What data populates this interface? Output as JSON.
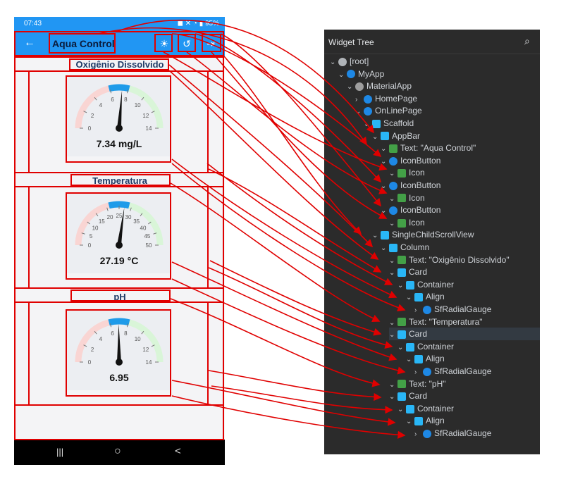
{
  "status": {
    "time": "07:43",
    "battery": "95%"
  },
  "appbar": {
    "title": "Aqua Control",
    "back_glyph": "←",
    "icons": [
      "light-icon",
      "history-icon",
      "logout-icon"
    ]
  },
  "sections": [
    {
      "label": "Oxigênio Dissolvido",
      "ticks": [
        "0",
        "2",
        "4",
        "6",
        "8",
        "10",
        "12",
        "14"
      ],
      "value": 7.34,
      "readout": "7.34 mg/L",
      "min": 0,
      "max": 14
    },
    {
      "label": "Temperatura",
      "ticks": [
        "0",
        "5",
        "10",
        "15",
        "20",
        "25",
        "30",
        "35",
        "40",
        "45",
        "50"
      ],
      "value": 27.19,
      "readout": "27.19 °C",
      "min": 0,
      "max": 50
    },
    {
      "label": "pH",
      "ticks": [
        "0",
        "2",
        "4",
        "6",
        "8",
        "10",
        "12",
        "14"
      ],
      "value": 6.95,
      "readout": "6.95",
      "min": 0,
      "max": 14
    }
  ],
  "navbar": {
    "recent": "|||",
    "home": "○",
    "back": "<"
  },
  "tree": {
    "header": "Widget Tree",
    "rows": [
      {
        "label": "[root]",
        "icon": "folder-icon"
      },
      {
        "label": "MyApp",
        "icon": "myapp-icon"
      },
      {
        "label": "MaterialApp",
        "icon": "materialapp-icon"
      },
      {
        "label": "HomePage",
        "icon": "homepage-icon"
      },
      {
        "label": "OnLinePage",
        "icon": "onlinepage-icon"
      },
      {
        "label": "Scaffold",
        "icon": "scaffold-icon"
      },
      {
        "label": "AppBar",
        "icon": "appbar-icon"
      },
      {
        "label": "Text: \"Aqua Control\"",
        "icon": "text-icon"
      },
      {
        "label": "IconButton",
        "icon": "iconbutton-icon"
      },
      {
        "label": "Icon",
        "icon": "image-icon"
      },
      {
        "label": "IconButton",
        "icon": "iconbutton-icon"
      },
      {
        "label": "Icon",
        "icon": "image-icon"
      },
      {
        "label": "IconButton",
        "icon": "iconbutton-icon"
      },
      {
        "label": "Icon",
        "icon": "image-icon"
      },
      {
        "label": "SingleChildScrollView",
        "icon": "scroll-icon"
      },
      {
        "label": "Column",
        "icon": "column-icon"
      },
      {
        "label": "Text: \"Oxigênio Dissolvido\"",
        "icon": "text-icon"
      },
      {
        "label": "Card",
        "icon": "card-icon"
      },
      {
        "label": "Container",
        "icon": "container-icon"
      },
      {
        "label": "Align",
        "icon": "align-icon"
      },
      {
        "label": "SfRadialGauge",
        "icon": "gauge-icon"
      },
      {
        "label": "Text: \"Temperatura\"",
        "icon": "text-icon"
      },
      {
        "label": "Card",
        "icon": "card-icon"
      },
      {
        "label": "Container",
        "icon": "container-icon"
      },
      {
        "label": "Align",
        "icon": "align-icon"
      },
      {
        "label": "SfRadialGauge",
        "icon": "gauge-icon"
      },
      {
        "label": "Text: \"pH\"",
        "icon": "text-icon"
      },
      {
        "label": "Card",
        "icon": "card-icon"
      },
      {
        "label": "Container",
        "icon": "container-icon"
      },
      {
        "label": "Align",
        "icon": "align-icon"
      },
      {
        "label": "SfRadialGauge",
        "icon": "gauge-icon"
      }
    ]
  },
  "colors": {
    "appbar": "#2196f3",
    "overlay": "#e00000",
    "tree_bg": "#2b2b2b",
    "gauge_low": "#f9d5d3",
    "gauge_mid": "#1e9be9",
    "gauge_high": "#d9f5d8"
  }
}
